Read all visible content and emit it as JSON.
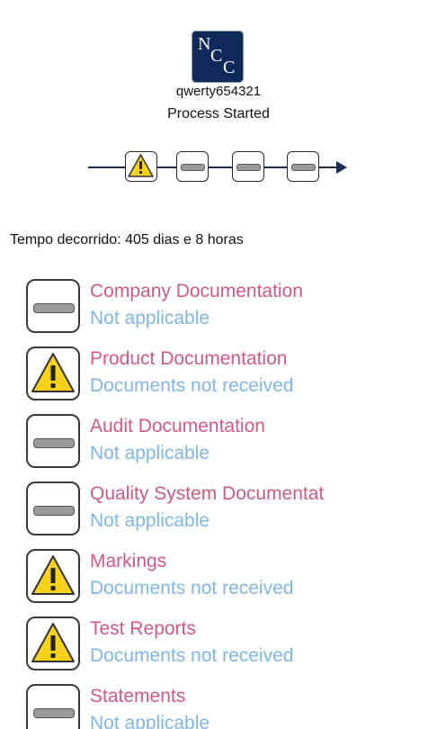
{
  "header": {
    "logo_letters": [
      "N",
      "C",
      "C"
    ],
    "username": "qwerty654321",
    "process_status": "Process Started"
  },
  "timeline": {
    "steps": [
      {
        "icon": "warning-icon"
      },
      {
        "icon": "not-applicable-icon"
      },
      {
        "icon": "not-applicable-icon"
      },
      {
        "icon": "not-applicable-icon"
      }
    ]
  },
  "elapsed": "Tempo decorrido: 405 dias e 8 horas",
  "items": [
    {
      "title": "Company Documentation",
      "status": "Not applicable",
      "icon": "not-applicable-icon"
    },
    {
      "title": "Product Documentation",
      "status": "Documents not received",
      "icon": "warning-icon"
    },
    {
      "title": "Audit Documentation",
      "status": "Not applicable",
      "icon": "not-applicable-icon"
    },
    {
      "title": "Quality System Documentat",
      "status": "Not applicable",
      "icon": "not-applicable-icon"
    },
    {
      "title": "Markings",
      "status": "Documents not received",
      "icon": "warning-icon"
    },
    {
      "title": "Test Reports",
      "status": "Documents not received",
      "icon": "warning-icon"
    },
    {
      "title": "Statements",
      "status": "Not applicable",
      "icon": "not-applicable-icon"
    }
  ],
  "colors": {
    "title": "#d15a7f",
    "status": "#7fb6e6",
    "logo_bg": "#0f2a5a",
    "warning_fill": "#f7d21c",
    "timeline": "#1b2f55"
  }
}
